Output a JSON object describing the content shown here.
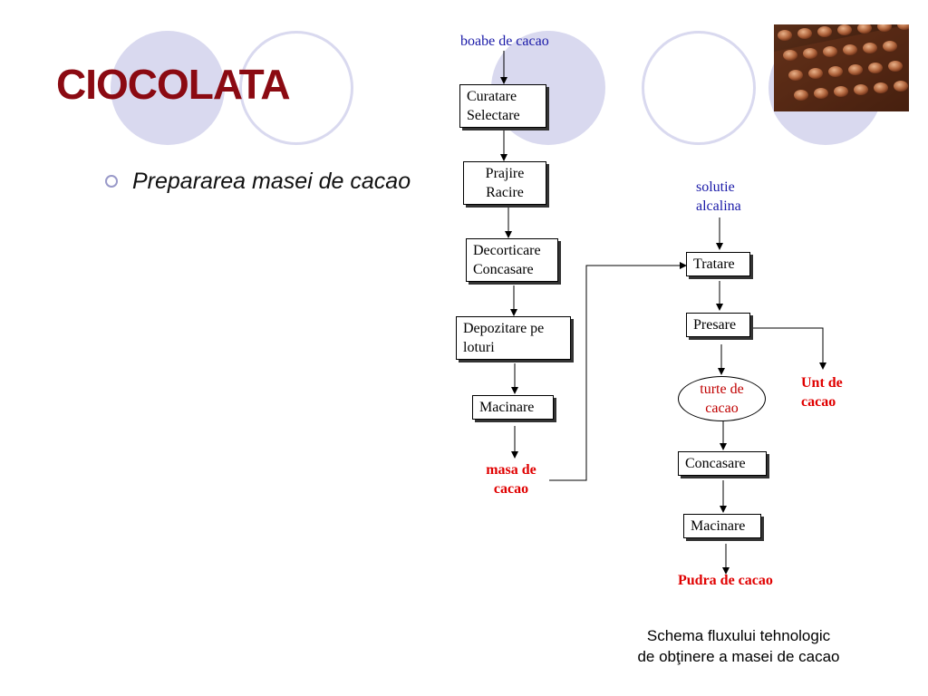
{
  "slide": {
    "title": "CIOCOLATA",
    "bullet": "Prepararea masei de cacao",
    "caption_line1": "Schema fluxului tehnologic",
    "caption_line2": "de obţinere a masei de cacao"
  },
  "diagram": {
    "inputs": {
      "beans": "boabe de cacao",
      "alkaline_line1": "solutie",
      "alkaline_line2": "alcalina"
    },
    "left_column": [
      {
        "line1": "Curatare",
        "line2": "Selectare"
      },
      {
        "line1": "Prajire",
        "line2": "Racire"
      },
      {
        "line1": "Decorticare",
        "line2": "Concasare"
      },
      {
        "line1": "Depozitare pe",
        "line2": "loturi"
      },
      {
        "line1": "Macinare"
      }
    ],
    "cocoa_mass_line1": "masa de",
    "cocoa_mass_line2": "cacao",
    "right_column": {
      "treat": "Tratare",
      "press": "Presare",
      "cake_line1": "turte de",
      "cake_line2": "cacao",
      "crush": "Concasare",
      "grind": "Macinare"
    },
    "butter_line1": "Unt de",
    "butter_line2": "cacao",
    "powder": "Pudra de cacao"
  },
  "colors": {
    "title": "#8b0a12",
    "product": "#e00000",
    "input": "#1a1aa8",
    "decor_circle": "#d9d9ef"
  }
}
